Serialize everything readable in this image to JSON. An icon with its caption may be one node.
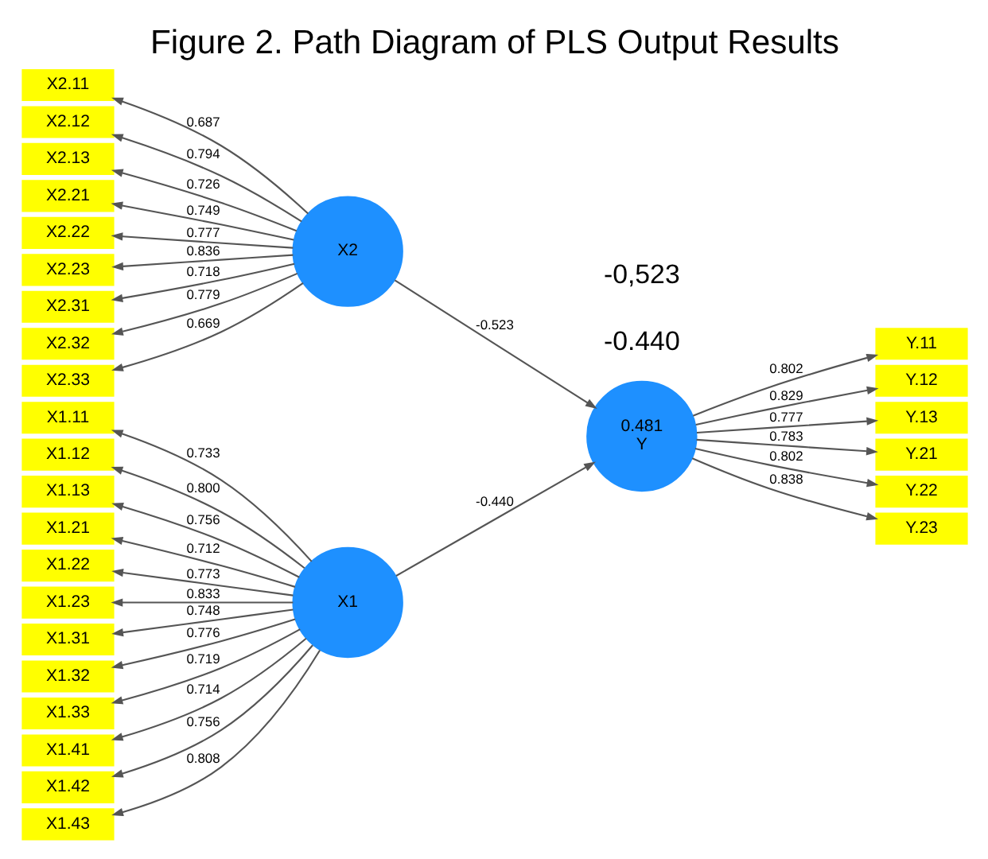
{
  "diagram": {
    "title": "Figure 2. Path Diagram of PLS Output Results",
    "nodes": [
      {
        "text": [
          "X1"
        ]
      },
      {
        "text": [
          "X1.11"
        ]
      },
      {
        "text": [
          "X1.12"
        ]
      },
      {
        "text": [
          "X1.13"
        ]
      },
      {
        "text": [
          "X1.21"
        ]
      },
      {
        "text": [
          "X1.22"
        ]
      },
      {
        "text": [
          "X1.23"
        ]
      },
      {
        "text": [
          "X1.31"
        ]
      },
      {
        "text": [
          "X1.32"
        ]
      },
      {
        "text": [
          "X1.33"
        ]
      },
      {
        "text": [
          "X1.41"
        ]
      },
      {
        "text": [
          "X1.42"
        ]
      },
      {
        "text": [
          "X1.43"
        ]
      },
      {
        "text": [
          "X2"
        ]
      },
      {
        "text": [
          "X2.11"
        ]
      },
      {
        "text": [
          "X2.12"
        ]
      },
      {
        "text": [
          "X2.13"
        ]
      },
      {
        "text": [
          "X2.21"
        ]
      },
      {
        "text": [
          "X2.22"
        ]
      },
      {
        "text": [
          "X2.23"
        ]
      },
      {
        "text": [
          "X2.31"
        ]
      },
      {
        "text": [
          "X2.32"
        ]
      },
      {
        "text": [
          "X2.33"
        ]
      },
      {
        "text": [
          "0.481",
          "Y"
        ]
      },
      {
        "text": [
          "Y.11"
        ]
      },
      {
        "text": [
          "Y.12"
        ]
      },
      {
        "text": [
          "Y.13"
        ]
      },
      {
        "text": [
          "Y.21"
        ]
      },
      {
        "text": [
          "Y.22"
        ]
      },
      {
        "text": [
          "Y.23"
        ]
      }
    ],
    "edges": [
      {
        "from": 0,
        "to": 23,
        "arrow": "to",
        "label": "-0.440"
      },
      {
        "from": 13,
        "to": 23,
        "arrow": "to",
        "label": "-0.523"
      },
      {
        "from": 0,
        "to": 1,
        "arrow": "to",
        "label": "0.733"
      },
      {
        "from": 0,
        "to": 2,
        "arrow": "to",
        "label": "0.800"
      },
      {
        "from": 0,
        "to": 3,
        "arrow": "to",
        "label": "0.756"
      },
      {
        "from": 0,
        "to": 4,
        "arrow": "to",
        "label": "0.712"
      },
      {
        "from": 0,
        "to": 5,
        "arrow": "to",
        "label": "0.773"
      },
      {
        "from": 0,
        "to": 6,
        "arrow": "to",
        "label": "0.833"
      },
      {
        "from": 0,
        "to": 7,
        "arrow": "to",
        "label": "0.748"
      },
      {
        "from": 0,
        "to": 8,
        "arrow": "to",
        "label": "0.776"
      },
      {
        "from": 0,
        "to": 9,
        "arrow": "to",
        "label": "0.719"
      },
      {
        "from": 0,
        "to": 10,
        "arrow": "to",
        "label": "0.714"
      },
      {
        "from": 0,
        "to": 11,
        "arrow": "to",
        "label": "0.756"
      },
      {
        "from": 0,
        "to": 12,
        "arrow": "to",
        "label": "0.808"
      },
      {
        "from": 13,
        "to": 14,
        "arrow": "to",
        "label": "0.687"
      },
      {
        "from": 13,
        "to": 15,
        "arrow": "to",
        "label": "0.794"
      },
      {
        "from": 13,
        "to": 16,
        "arrow": "to",
        "label": "0.726"
      },
      {
        "from": 13,
        "to": 17,
        "arrow": "to",
        "label": "0.749"
      },
      {
        "from": 13,
        "to": 18,
        "arrow": "to",
        "label": "0.777"
      },
      {
        "from": 13,
        "to": 19,
        "arrow": "to",
        "label": "0.836"
      },
      {
        "from": 13,
        "to": 20,
        "arrow": "to",
        "label": "0.718"
      },
      {
        "from": 13,
        "to": 21,
        "arrow": "to",
        "label": "0.779"
      },
      {
        "from": 13,
        "to": 22,
        "arrow": "to",
        "label": "0.669"
      },
      {
        "from": 23,
        "to": 24,
        "arrow": "to",
        "label": "0.802"
      },
      {
        "from": 23,
        "to": 25,
        "arrow": "to",
        "label": "0.829"
      },
      {
        "from": 23,
        "to": 26,
        "arrow": "to",
        "label": "0.777"
      },
      {
        "from": 23,
        "to": 27,
        "arrow": "to",
        "label": "0.783"
      },
      {
        "from": 23,
        "to": 28,
        "arrow": "to",
        "label": "0.802"
      },
      {
        "from": 23,
        "to": 29,
        "arrow": "to",
        "label": "0.838"
      }
    ],
    "labels": [
      "-0.440",
      "-0,523"
    ]
  }
}
